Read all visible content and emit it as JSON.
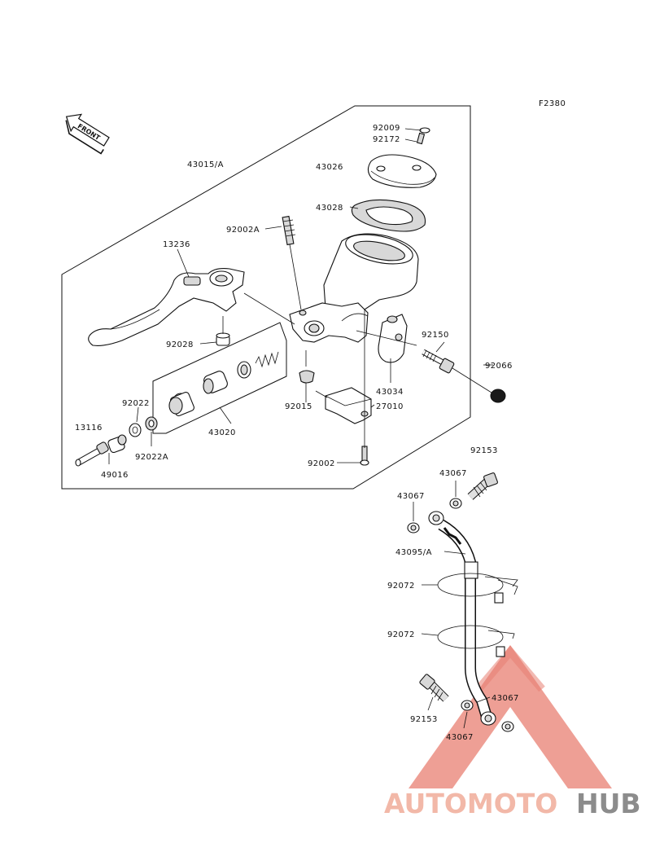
{
  "figure_code": "F2380",
  "front_label": "FRONT",
  "watermark": {
    "text_part1": "AUTOMOTO",
    "text_part2": "HUB",
    "color_part1": "#f2b8a8",
    "color_part2": "#8c8c8c",
    "logo_color": "#e46a5a"
  },
  "callouts": {
    "p43015A": "43015/A",
    "p92009": "92009",
    "p92172": "92172",
    "p43026": "43026",
    "p43028": "43028",
    "p92002A": "92002A",
    "p13236": "13236",
    "p92028": "92028",
    "p92150": "92150",
    "p92066": "92066",
    "p43034": "43034",
    "p92015": "92015",
    "p27010": "27010",
    "p92022": "92022",
    "p43020": "43020",
    "p13116": "13116",
    "p92022A": "92022A",
    "p49016": "49016",
    "p92002": "92002",
    "p92153a": "92153",
    "p43067a": "43067",
    "p43067b": "43067",
    "p43095A": "43095/A",
    "p92072a": "92072",
    "p92072b": "92072",
    "p92153b": "92153",
    "p43067c": "43067",
    "p43067d": "43067"
  }
}
